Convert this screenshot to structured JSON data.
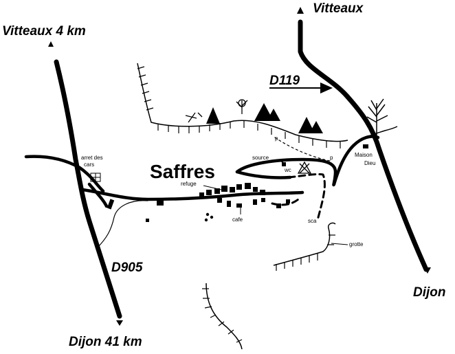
{
  "colors": {
    "ink": "#000000",
    "paper": "#ffffff"
  },
  "map": {
    "title": "Saffres",
    "destinations": {
      "vitteaux_top": "Vitteaux",
      "vitteaux_left": "Vitteaux 4 km",
      "dijon_right": "Dijon",
      "dijon_bottom": "Dijon 41 km"
    },
    "road_labels": {
      "d119": "D119",
      "d905": "D905"
    },
    "poi": {
      "arret_line1": "arret des",
      "arret_line2": "cars",
      "refuge": "refuge",
      "cafe": "cafe",
      "source": "source",
      "wc": "wc",
      "p_top": "p",
      "p_right": "p",
      "maison": "Maison",
      "dieu": "Dieu",
      "sca": "sca",
      "grotte": "grotte"
    },
    "icons": [
      "north-arrow-icon",
      "tree-icon",
      "mountain-icon",
      "camp-icon",
      "bus-stop-icon"
    ]
  }
}
